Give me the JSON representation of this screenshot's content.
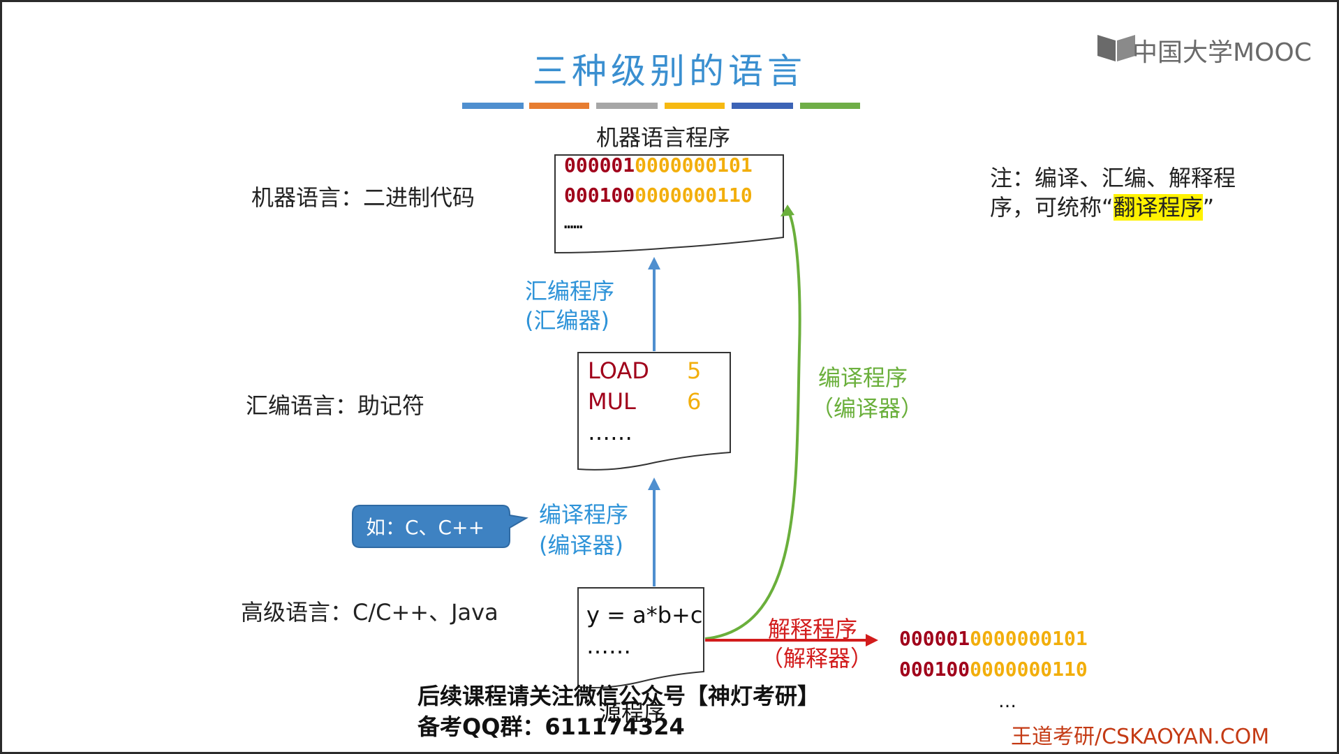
{
  "slide": {
    "title": "三种级别的语言",
    "brand_logo_text": "中国大学MOOC",
    "color_bars": [
      "#4f8fcf",
      "#e77d31",
      "#a6a6a6",
      "#f6b912",
      "#3c63b6",
      "#6fae47"
    ]
  },
  "levels": {
    "machine": "机器语言：二进制代码",
    "assembly": "汇编语言：助记符",
    "high": "高级语言：C/C++、Java"
  },
  "machine_program": {
    "caption": "机器语言程序",
    "lines": [
      {
        "op": "000001",
        "arg": "0000000101"
      },
      {
        "op": "000100",
        "arg": "0000000110"
      }
    ],
    "more": "……"
  },
  "assembly_program": {
    "lines": [
      {
        "op": "LOAD",
        "arg": "5"
      },
      {
        "op": "MUL",
        "arg": "6"
      }
    ],
    "more": "……"
  },
  "source_program": {
    "line": "y = a*b+c",
    "more": "……",
    "caption": "源程序"
  },
  "arrows": {
    "assembler": {
      "line1": "汇编程序",
      "line2": "(汇编器)"
    },
    "compiler_left": {
      "line1": "编译程序",
      "line2": "(编译器)"
    },
    "compiler_right": {
      "line1": "编译程序",
      "line2": "（编译器）"
    },
    "interpreter": {
      "line1": "解释程序",
      "line2": "（解释器）"
    }
  },
  "example_callout": "如：C、C++",
  "note": {
    "line1": "注：编译、汇编、解释程",
    "line2_prefix": "序，可统称“",
    "line2_highlight": "翻译程序",
    "line2_suffix": "”"
  },
  "interpreter_output": {
    "lines": [
      {
        "op": "000001",
        "arg": "0000000101"
      },
      {
        "op": "000100",
        "arg": "0000000110"
      }
    ],
    "more": "…"
  },
  "footer": {
    "follow_line": "后续课程请关注微信公众号【神灯考研】",
    "qq_line": "备考QQ群：611174324",
    "brand": "王道考研/CSKAOYAN.COM"
  }
}
